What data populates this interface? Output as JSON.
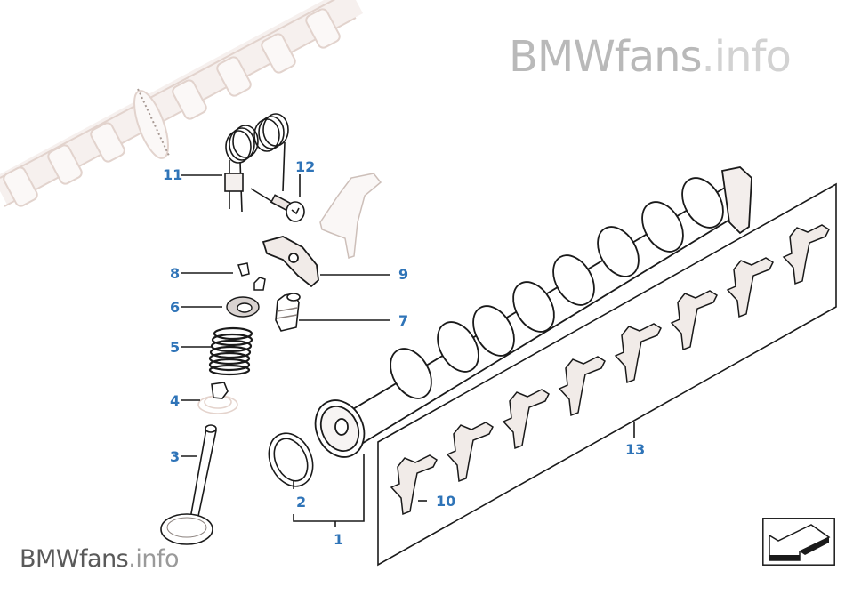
{
  "diagram": {
    "title": "Valve train / camshaft exploded view",
    "accent_color": "#2f74b8",
    "line_color": "#1a1a1a",
    "ghost_color": "#e6d9d4",
    "part_fill": "#f1ebe8"
  },
  "watermark": {
    "top": {
      "brand": "BMWfans",
      "suffix": ".info"
    },
    "bottom": {
      "brand": "BMWfans",
      "suffix": ".info"
    }
  },
  "callouts": [
    {
      "id": "1",
      "label": "1",
      "part": "camshaft-assembly"
    },
    {
      "id": "2",
      "label": "2",
      "part": "seal-ring"
    },
    {
      "id": "3",
      "label": "3",
      "part": "valve"
    },
    {
      "id": "4",
      "label": "4",
      "part": "valve-stem-seal"
    },
    {
      "id": "5",
      "label": "5",
      "part": "valve-spring"
    },
    {
      "id": "6",
      "label": "6",
      "part": "spring-retainer"
    },
    {
      "id": "7",
      "label": "7",
      "part": "hydraulic-lifter"
    },
    {
      "id": "8",
      "label": "8",
      "part": "valve-keepers"
    },
    {
      "id": "9",
      "label": "9",
      "part": "roller-rocker-arm"
    },
    {
      "id": "10",
      "label": "10",
      "part": "intermediate-lever"
    },
    {
      "id": "11",
      "label": "11",
      "part": "torsion-spring"
    },
    {
      "id": "12",
      "label": "12",
      "part": "bolt"
    },
    {
      "id": "13",
      "label": "13",
      "part": "intermediate-lever-set"
    }
  ],
  "orientation_icon": "direction-arrow-icon"
}
